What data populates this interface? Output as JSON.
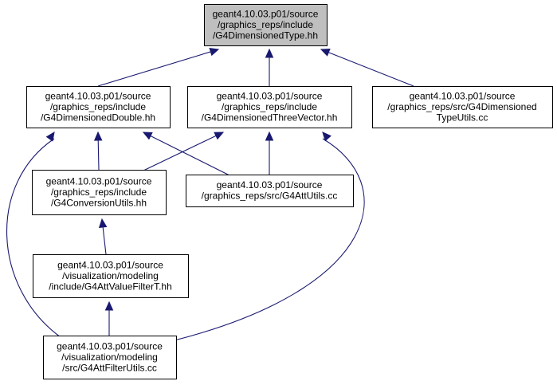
{
  "nodes": [
    {
      "id": "dimtype",
      "lines": [
        "geant4.10.03.p01/source",
        "/graphics_reps/include",
        "/G4DimensionedType.hh"
      ],
      "highlight": true
    },
    {
      "id": "dimdouble",
      "lines": [
        "geant4.10.03.p01/source",
        "/graphics_reps/include",
        "/G4DimensionedDouble.hh"
      ]
    },
    {
      "id": "dimthreevector",
      "lines": [
        "geant4.10.03.p01/source",
        "/graphics_reps/include",
        "/G4DimensionedThreeVector.hh"
      ]
    },
    {
      "id": "dimtypeutils",
      "lines": [
        "geant4.10.03.p01/source",
        "/graphics_reps/src/G4Dimensioned",
        "TypeUtils.cc"
      ]
    },
    {
      "id": "conversionutils",
      "lines": [
        "geant4.10.03.p01/source",
        "/graphics_reps/include",
        "/G4ConversionUtils.hh"
      ]
    },
    {
      "id": "attutils",
      "lines": [
        "geant4.10.03.p01/source",
        "/graphics_reps/src/G4AttUtils.cc"
      ]
    },
    {
      "id": "attvaluefilter",
      "lines": [
        "geant4.10.03.p01/source",
        "/visualization/modeling",
        "/include/G4AttValueFilterT.hh"
      ]
    },
    {
      "id": "attfilterutils",
      "lines": [
        "geant4.10.03.p01/source",
        "/visualization/modeling",
        "/src/G4AttFilterUtils.cc"
      ]
    }
  ],
  "edges": [
    {
      "from": "dimdouble",
      "to": "dimtype"
    },
    {
      "from": "dimthreevector",
      "to": "dimtype"
    },
    {
      "from": "dimtypeutils",
      "to": "dimtype"
    },
    {
      "from": "conversionutils",
      "to": "dimdouble"
    },
    {
      "from": "attutils",
      "to": "dimdouble"
    },
    {
      "from": "attfilterutils",
      "to": "dimdouble"
    },
    {
      "from": "conversionutils",
      "to": "dimthreevector"
    },
    {
      "from": "attutils",
      "to": "dimthreevector"
    },
    {
      "from": "attfilterutils",
      "to": "dimthreevector"
    },
    {
      "from": "attvaluefilter",
      "to": "conversionutils"
    },
    {
      "from": "attfilterutils",
      "to": "attvaluefilter"
    }
  ],
  "colors": {
    "edge": "#191970",
    "highlight_fill": "#bfbfbf",
    "box_fill": "#ffffff",
    "border": "#000000"
  }
}
